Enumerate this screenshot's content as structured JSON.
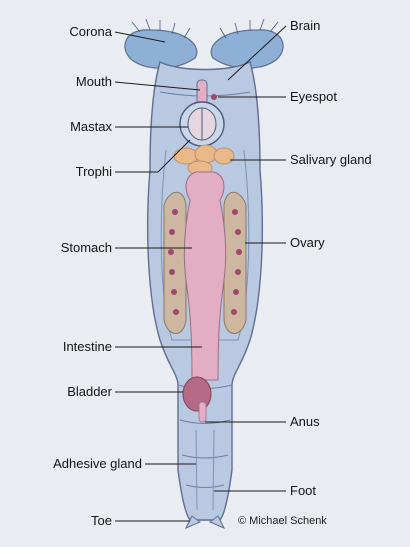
{
  "labels": {
    "corona": "Corona",
    "brain": "Brain",
    "mouth": "Mouth",
    "eyespot": "Eyespot",
    "mastax": "Mastax",
    "trophi": "Trophi",
    "salivary_gland": "Salivary gland",
    "stomach": "Stomach",
    "ovary": "Ovary",
    "intestine": "Intestine",
    "bladder": "Bladder",
    "anus": "Anus",
    "adhesive_gland": "Adhesive gland",
    "foot": "Foot",
    "toe": "Toe"
  },
  "credit": "© Michael Schenk",
  "colors": {
    "background": "#e9ecf1",
    "body": "#b9c9e2",
    "body_outline": "#5e6f93",
    "corona": "#8fb0d6",
    "stomach": "#e3adc4",
    "ovary": "#cdb7a0",
    "ovary_dot": "#a0476a",
    "salivary_gland": "#e9b98a",
    "bladder": "#b46a84"
  }
}
